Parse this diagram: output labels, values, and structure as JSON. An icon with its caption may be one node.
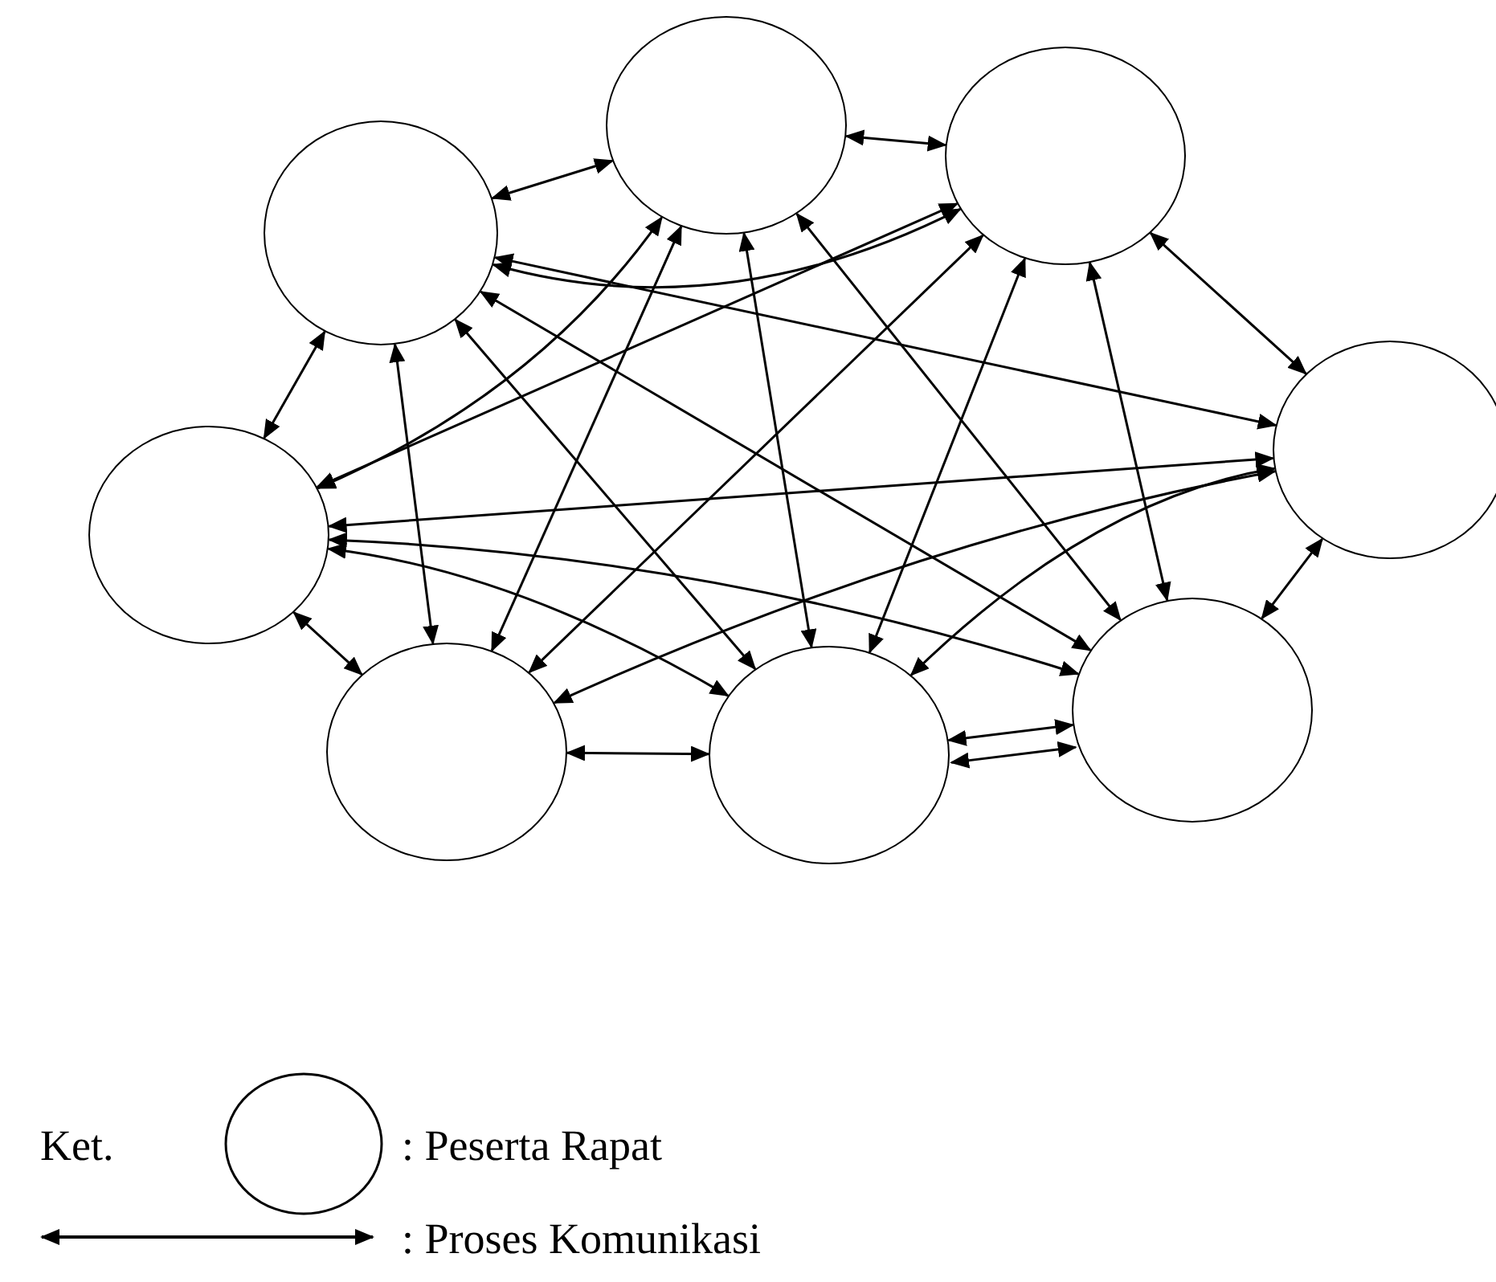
{
  "diagram": {
    "nodes": [
      {
        "text": [],
        "shape": "circle"
      },
      {
        "text": [],
        "shape": "circle"
      },
      {
        "text": [],
        "shape": "circle"
      },
      {
        "text": [],
        "shape": "circle"
      },
      {
        "text": [],
        "shape": "circle"
      },
      {
        "text": [],
        "shape": "circle"
      },
      {
        "text": [],
        "shape": "circle"
      },
      {
        "text": [],
        "shape": "circle"
      }
    ],
    "edges": [
      {
        "from": 0,
        "to": 1,
        "arrow": "both"
      },
      {
        "from": 0,
        "to": 2,
        "arrow": "both"
      },
      {
        "from": 0,
        "to": 3,
        "arrow": "both"
      },
      {
        "from": 0,
        "to": 5,
        "arrow": "both"
      },
      {
        "from": 0,
        "to": 4,
        "arrow": "both"
      },
      {
        "from": 0,
        "to": 7,
        "arrow": "both"
      },
      {
        "from": 0,
        "to": 6,
        "arrow": "both"
      },
      {
        "from": 1,
        "to": 3,
        "arrow": "both"
      },
      {
        "from": 1,
        "to": 5,
        "arrow": "both"
      },
      {
        "from": 1,
        "to": 6,
        "arrow": "both"
      },
      {
        "from": 1,
        "to": 7,
        "arrow": "both"
      },
      {
        "from": 1,
        "to": 2,
        "arrow": "both"
      },
      {
        "from": 2,
        "to": 3,
        "arrow": "both"
      },
      {
        "from": 2,
        "to": 5,
        "arrow": "both"
      },
      {
        "from": 2,
        "to": 6,
        "arrow": "both"
      },
      {
        "from": 2,
        "to": 7,
        "arrow": "both"
      },
      {
        "from": 2,
        "to": 4,
        "arrow": "both"
      },
      {
        "from": 3,
        "to": 4,
        "arrow": "both"
      },
      {
        "from": 3,
        "to": 6,
        "arrow": "both"
      },
      {
        "from": 3,
        "to": 7,
        "arrow": "both"
      },
      {
        "from": 3,
        "to": 5,
        "arrow": "both"
      },
      {
        "from": 5,
        "to": 6,
        "arrow": "both"
      },
      {
        "from": 5,
        "to": 4,
        "arrow": "both"
      },
      {
        "from": 6,
        "to": 7,
        "arrow": "both"
      },
      {
        "from": 6,
        "to": 7,
        "arrow": "both"
      },
      {
        "from": 6,
        "to": 4,
        "arrow": "both"
      },
      {
        "from": 7,
        "to": 4,
        "arrow": "both"
      }
    ],
    "labels": [
      "Ket."
    ],
    "legend": [
      {
        "text": ": Peserta Rapat"
      },
      {
        "text": ": Proses Komunikasi"
      }
    ]
  }
}
